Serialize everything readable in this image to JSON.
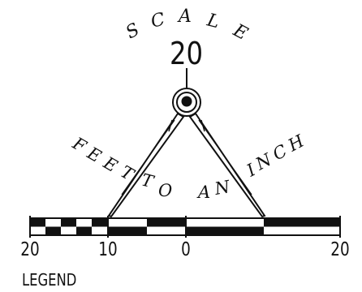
{
  "scale_word": [
    "S",
    "C",
    "A",
    "L",
    "E"
  ],
  "scale_number": "20",
  "units_word_1": [
    "F",
    "E",
    "E",
    "T"
  ],
  "units_word_2": [
    "T",
    "O"
  ],
  "units_word_3": [
    "A",
    "N"
  ],
  "units_word_4": [
    "I",
    "N",
    "C",
    "H"
  ],
  "bar": {
    "left_label": "20",
    "mid_left_label": "10",
    "zero_label": "0",
    "right_label": "20"
  },
  "legend_label": "LEGEND",
  "colors": {
    "ink": "#111111",
    "paper": "#ffffff"
  }
}
